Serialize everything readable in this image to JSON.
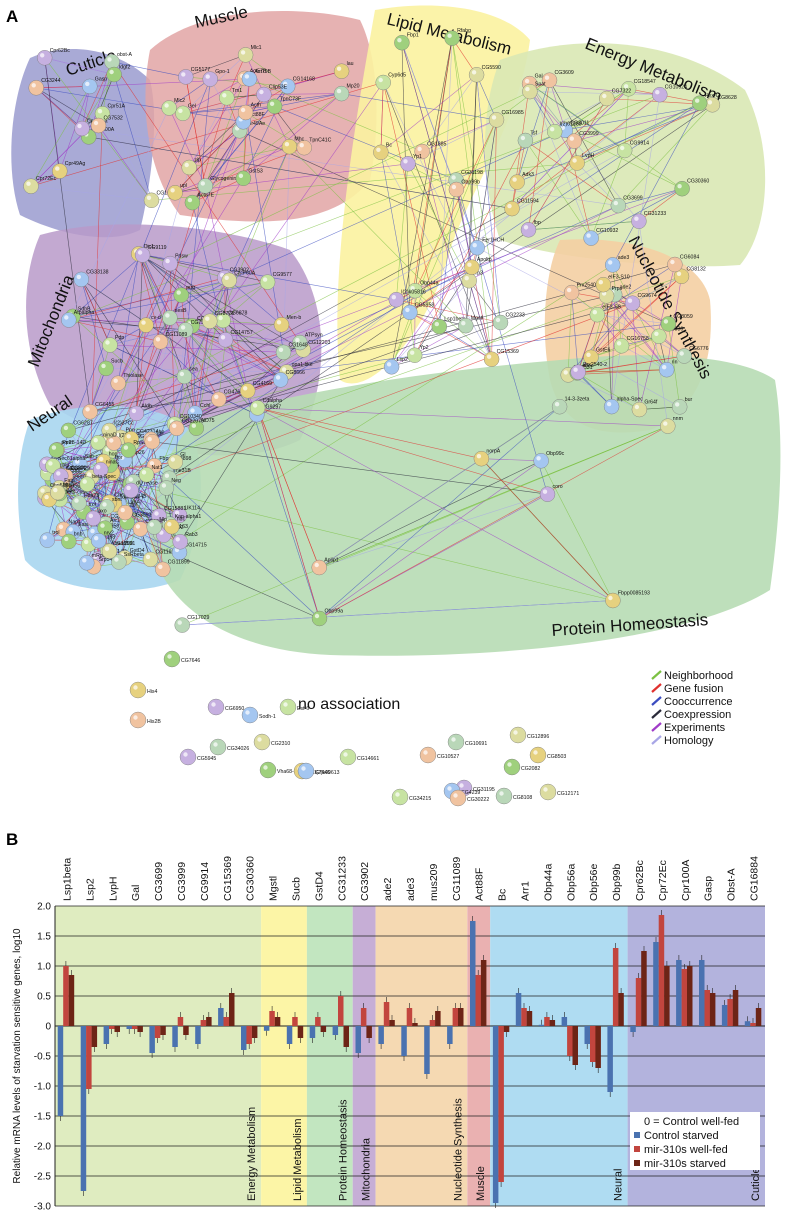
{
  "panel_a": {
    "letter": "A",
    "regions": [
      {
        "label": "Cuticle",
        "color": "#9a9bcf"
      },
      {
        "label": "Muscle",
        "color": "#e2a5a5"
      },
      {
        "label": "Lipid Metabolism",
        "color": "#fbf2a0"
      },
      {
        "label": "Energy Metabolism",
        "color": "#d9e8b4"
      },
      {
        "label": "Mitochondria",
        "color": "#b99ac9"
      },
      {
        "label": "Nucleotide Synthesis",
        "color": "#f4cfa3"
      },
      {
        "label": "Neural",
        "color": "#a9d6ef"
      },
      {
        "label": "Protein Homeostasis",
        "color": "#b7dcb4"
      }
    ],
    "nodes": [
      "Cpr100A",
      "CG3244",
      "Cpr47Ea",
      "Cpr72Ec",
      "Cpr51A",
      "Cpr49Ag",
      "obst-A",
      "Gasp",
      "ldgf2",
      "CG7532",
      "Cpr62Bc",
      "CG16884",
      "Gel",
      "lau",
      "Cpr49Ae",
      "CG14168",
      "Act87E",
      "Act57B",
      "Clip53E",
      "zip",
      "Tm1",
      "upl",
      "Glycogenin",
      "Act79B",
      "TpnC73F",
      "TpnC41C",
      "CG5177",
      "Mlc1",
      "Mlc2",
      "Mhc",
      "Mp20",
      "Act88F",
      "GstS3",
      "Acth",
      "Gpo-1",
      "CG5590",
      "Obp44a",
      "CG15369",
      "CG2233",
      "Fer1HCH",
      "Rfabg",
      "CG1885",
      "Yp1",
      "Yp3",
      "Yp2",
      "Bc",
      "CG31198",
      "Lsp2",
      "Lsp1beta",
      "Obp99b",
      "l(2)k05816",
      "CG16985",
      "Cyp6d5",
      "Apoltp",
      "Mgstl",
      "CG5958",
      "Fbp1",
      "Gal",
      "CG31233",
      "CG8628",
      "CG18547",
      "LvpH",
      "Tsf",
      "CG3011",
      "Hex-C",
      "CG3609",
      "CG10924",
      "CG7322",
      "CG9914",
      "CG11594",
      "CG3699",
      "CG10932",
      "CG30360",
      "CG3999",
      "fbp",
      "Spat",
      "l(2)01289",
      "Adk3",
      "sesB",
      "Cchl",
      "CG3566",
      "CG6455",
      "CG14757",
      "opa1-like",
      "CG10340",
      "Men-b",
      "sea",
      "CG9297",
      "ND75",
      "CG4769",
      "Pdsw",
      "CG12203",
      "CG6878",
      "CG4169",
      "CG7580",
      "CG8666",
      "SdhB",
      "CG12079",
      "CG3902",
      "Ca-P60A",
      "Pdp",
      "Dic1",
      "ATPsyn",
      "Atpalpha",
      "Sucb",
      "Thiolase",
      "Aldh",
      "CG8778",
      "CG9577",
      "cv-d",
      "CG1648",
      "CG33138",
      "pug",
      "CG11089",
      "CG9119",
      "CG9331",
      "CG16758",
      "CG8132",
      "ade2",
      "ade3",
      "ade5",
      "CG6084",
      "CG9674",
      "Prps",
      "CG8036",
      "GstE6",
      "bur",
      "alpha-Spec",
      "CG8059",
      "Prx2540",
      "Prx2540-2",
      "Gr64f",
      "eIF3-S8",
      "eIF3-S10",
      "CG6776",
      "rin",
      "trol",
      "Nap1",
      "UK114",
      "alt",
      "LanA",
      "CG9897",
      "CG12163",
      "CG31343",
      "CG6512",
      "Pp2B-14D",
      "Pp2B-14D",
      "CG11920",
      "CG18591",
      "CG7637",
      "me31B",
      "Sab-c31a",
      "Srp68",
      "Srp54k",
      "CG15881",
      "Ppn",
      "sei",
      "Htp27",
      "Hsp23",
      "Hsp26",
      "CG3593",
      "l(2)03709",
      "CG10638",
      "l(2)37Cc",
      "CG11999",
      "blp",
      "CG2852",
      "CG14715",
      "CG6287",
      "CG11899",
      "GstD2",
      "GstD4",
      "Dp1",
      "CG42314",
      "MRP",
      "mRpS14",
      "RpS5b",
      "CG2943",
      "agn",
      "CG3370",
      "Sec61alpha",
      "Tapdelta",
      "SsRbeta",
      "CG5885",
      "porin",
      "CG4729",
      "CG1444",
      "Fatp",
      "CG11198",
      "Chc",
      "Kap-alpha1",
      "CG8858",
      "bor",
      "Fbpp0083898",
      "dUTPase",
      "mus209",
      "Aats-cys",
      "hop",
      "Nlp",
      "East",
      "Obp56a",
      "chp",
      "ninaC",
      "Obp56e",
      "Nat1",
      "metro",
      "sbnt",
      "trol",
      "Arr1",
      "sfr",
      "Rab3",
      "Gl",
      "beta-Spec",
      "hdc",
      "Neg",
      "nrv2",
      "bnb",
      "fax",
      "axo",
      "Mtch",
      "ninaD",
      "norpA",
      "CG17029",
      "Obp99c",
      "Obp99a",
      "Aplip1",
      "coro",
      "nnm",
      "Cdalpha",
      "Fbpp0085193",
      "14-3-3zeta"
    ],
    "no_association": {
      "title": "no association",
      "nodes": [
        "CG7646",
        "His4",
        "CG6950",
        "Sodh-1",
        "Est-6",
        "His2B",
        "CG34026",
        "CG2310",
        "Vha68-1",
        "CG7646",
        "CG5945",
        "l(2)k09613",
        "CG14661",
        "CG10527",
        "CG10691",
        "CG12896",
        "CG2082",
        "CG8503",
        "CG31195",
        "CG4239",
        "CG34215",
        "CG30222",
        "CG8108",
        "CG12171"
      ]
    },
    "legend": [
      {
        "label": "Neighborhood",
        "color": "#7cc142"
      },
      {
        "label": "Gene fusion",
        "color": "#e0312f"
      },
      {
        "label": "Cooccurrence",
        "color": "#3b4cc0"
      },
      {
        "label": "Coexpression",
        "color": "#2b2b3a"
      },
      {
        "label": "Experiments",
        "color": "#a03cc8"
      },
      {
        "label": "Homology",
        "color": "#a8a6e6"
      }
    ]
  },
  "panel_b": {
    "letter": "B",
    "legend": [
      {
        "label": "0 = Control well-fed",
        "italic_part": "Control",
        "color": "none"
      },
      {
        "label": "Control starved",
        "italic_part": "Control",
        "color": "#4a72b0"
      },
      {
        "label": "mir-310s well-fed",
        "italic_part": "mir-310s",
        "color": "#c2453e"
      },
      {
        "label": "mir-310s starved",
        "italic_part": "mir-310s",
        "color": "#6d2416"
      }
    ]
  },
  "chart_data": {
    "type": "bar",
    "ylabel": "Relative mRNA levels of starvation sensitive genes, log10",
    "ylim": [
      -3.0,
      2.0
    ],
    "yticks": [
      "2.0",
      "1.5",
      "1.0",
      "0.5",
      "0",
      "-0.5",
      "-1.0",
      "-1.5",
      "-2.0",
      "-2.5",
      "-3.0"
    ],
    "grid": true,
    "legend_position": "bottom-right",
    "categories": [
      "Lsp1beta",
      "Lsp2",
      "LvpH",
      "Gal",
      "CG3699",
      "CG3999",
      "CG9914",
      "CG15369",
      "CG30360",
      "Mgstl",
      "Sucb",
      "GstD4",
      "CG31233",
      "CG3902",
      "ade2",
      "ade3",
      "mus209",
      "CG11089",
      "Act88F",
      "Bc",
      "Arr1",
      "Obp44a",
      "Obp56a",
      "Obp56e",
      "Obp99b",
      "Cpr62Bc",
      "Cpr72Ec",
      "Cpr100A",
      "Gasp",
      "Obst-A",
      "CG16884"
    ],
    "groups": [
      {
        "label": "Energy Metabolism",
        "color": "#dfecc0",
        "categories": [
          "Lsp1beta",
          "Lsp2",
          "LvpH",
          "Gal",
          "CG3699",
          "CG3999",
          "CG9914",
          "CG15369",
          "CG30360"
        ]
      },
      {
        "label": "Lipid Metabolism",
        "color": "#fcf5a6",
        "categories": [
          "Mgstl",
          "Sucb"
        ]
      },
      {
        "label": "Protein Homeostasis",
        "color": "#c2e6c0",
        "categories": [
          "GstD4",
          "CG31233"
        ]
      },
      {
        "label": "Mitochondria",
        "color": "#c6aed6",
        "categories": [
          "CG3902"
        ]
      },
      {
        "label": "Nucleotide Synthesis",
        "color": "#f5d9b2",
        "categories": [
          "ade2",
          "ade3",
          "mus209",
          "CG11089"
        ]
      },
      {
        "label": "Muscle",
        "color": "#eab1b1",
        "categories": [
          "Act88F"
        ]
      },
      {
        "label": "Neural",
        "color": "#afdcf2",
        "categories": [
          "Bc",
          "Arr1",
          "Obp44a",
          "Obp56a",
          "Obp56e",
          "Obp99b"
        ]
      },
      {
        "label": "Cuticle",
        "color": "#b3b3dd",
        "categories": [
          "Cpr62Bc",
          "Cpr72Ec",
          "Cpr100A",
          "Gasp",
          "Obst-A",
          "CG16884"
        ]
      }
    ],
    "series": [
      {
        "name": "Control starved",
        "values": [
          -1.5,
          -2.75,
          -0.3,
          -0.05,
          -0.45,
          -0.35,
          -0.3,
          0.3,
          -0.4,
          -0.08,
          -0.3,
          -0.2,
          -0.15,
          -0.45,
          -0.3,
          -0.5,
          -0.8,
          -0.3,
          1.75,
          -2.95,
          0.55,
          0.02,
          0.15,
          -0.3,
          -1.1,
          -0.1,
          1.4,
          1.1,
          1.1,
          0.35,
          0.08
        ]
      },
      {
        "name": "mir-310s well-fed",
        "values": [
          1.0,
          -1.05,
          -0.05,
          -0.05,
          -0.2,
          0.15,
          0.1,
          0.15,
          -0.3,
          0.25,
          0.15,
          0.15,
          0.5,
          0.3,
          0.4,
          0.3,
          0.1,
          0.3,
          0.85,
          -2.6,
          0.3,
          0.15,
          -0.5,
          -0.6,
          1.3,
          0.8,
          1.85,
          0.95,
          0.6,
          0.45,
          0.05
        ]
      },
      {
        "name": "mir-310s starved",
        "values": [
          0.85,
          -0.35,
          -0.1,
          -0.1,
          -0.15,
          -0.15,
          0.15,
          0.55,
          -0.2,
          0.15,
          -0.2,
          -0.1,
          -0.35,
          -0.2,
          0.1,
          0.05,
          0.25,
          0.3,
          1.1,
          -0.1,
          0.25,
          0.1,
          -0.65,
          -0.7,
          0.55,
          1.25,
          1.0,
          1.0,
          0.55,
          0.6,
          0.3
        ]
      }
    ]
  }
}
